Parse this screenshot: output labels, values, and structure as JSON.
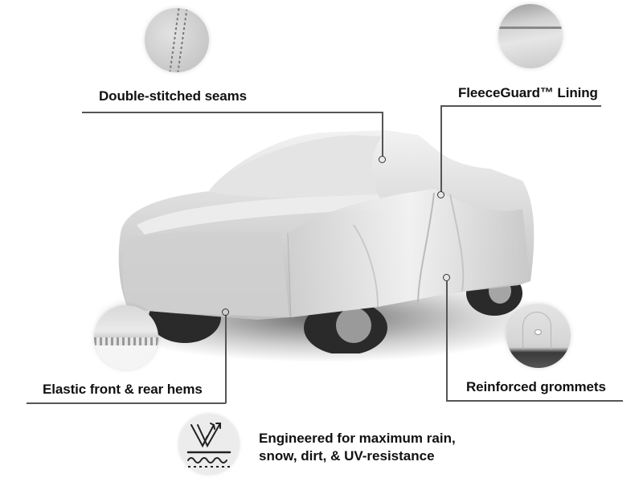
{
  "features": [
    {
      "id": "seams",
      "label": "Double-stitched seams"
    },
    {
      "id": "lining",
      "label": "FleeceGuard™ Lining"
    },
    {
      "id": "hems",
      "label": "Elastic front & rear hems"
    },
    {
      "id": "grommets",
      "label": "Reinforced grommets"
    }
  ],
  "tagline": {
    "line1": "Engineered for maximum rain,",
    "line2": "snow, dirt, & UV-resistance"
  },
  "icons": {
    "weather": "weather-resistance-icon"
  },
  "colors": {
    "text": "#111111",
    "callout_line": "#555555",
    "background": "#ffffff",
    "cover_silver": "#d9d9d9"
  }
}
